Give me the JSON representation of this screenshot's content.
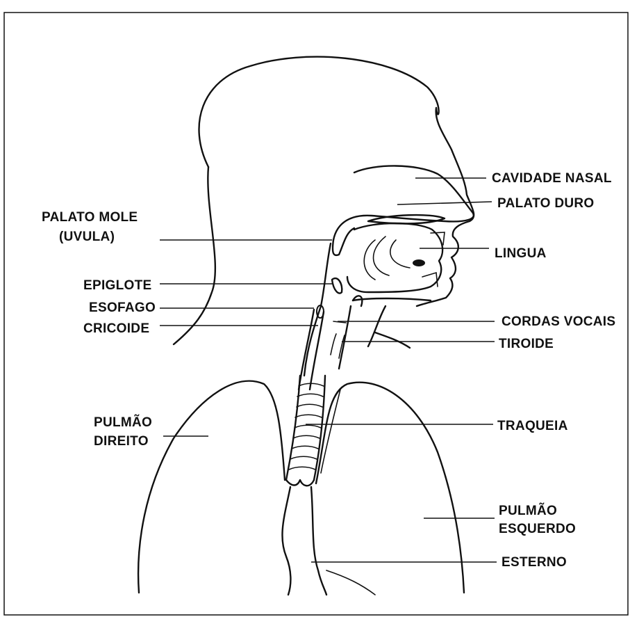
{
  "labels": {
    "cavidade_nasal": "CAVIDADE NASAL",
    "palato_duro": "PALATO DURO",
    "palato_mole_line1": "PALATO MOLE",
    "palato_mole_line2": "(UVULA)",
    "lingua": "LINGUA",
    "epiglote": "EPIGLOTE",
    "esofago": "ESOFAGO",
    "cricoide": "CRICOIDE",
    "cordas_vocais": "CORDAS VOCAIS",
    "tiroide": "TIROIDE",
    "pulmao_direito_line1": "PULMÃO",
    "pulmao_direito_line2": "DIREITO",
    "traqueia": "TRAQUEIA",
    "pulmao_esquerdo_line1": "PULMÃO",
    "pulmao_esquerdo_line2": "ESQUERDO",
    "esterno": "ESTERNO"
  },
  "colors": {
    "ink": "#111111",
    "paper": "#ffffff"
  }
}
